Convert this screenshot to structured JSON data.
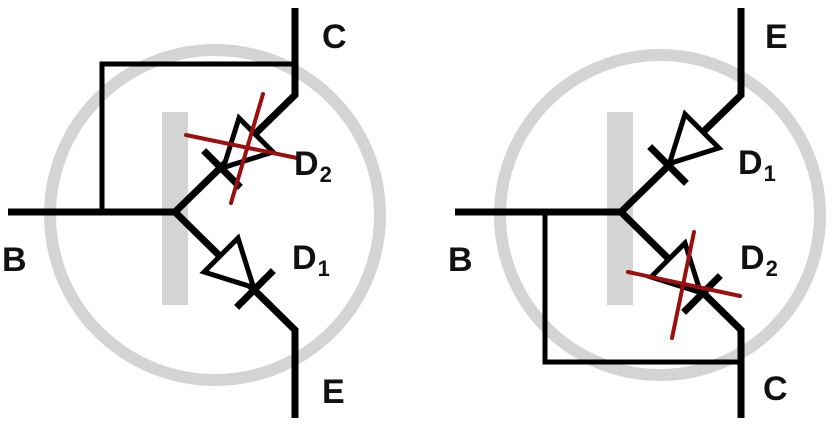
{
  "colors": {
    "wire": "#000000",
    "symbol_ghost": "#d4d4d4",
    "strike": "#9b0f0f",
    "text": "#111111"
  },
  "left_circuit": {
    "terminal_base": "B",
    "terminal_top": "C",
    "terminal_bottom": "E",
    "diode_top": {
      "letter": "D",
      "index": "2",
      "struck_out": true
    },
    "diode_bottom": {
      "letter": "D",
      "index": "1",
      "struck_out": false
    }
  },
  "right_circuit": {
    "terminal_base": "B",
    "terminal_top": "E",
    "terminal_bottom": "C",
    "diode_top": {
      "letter": "D",
      "index": "1",
      "struck_out": false
    },
    "diode_bottom": {
      "letter": "D",
      "index": "2",
      "struck_out": true
    }
  }
}
